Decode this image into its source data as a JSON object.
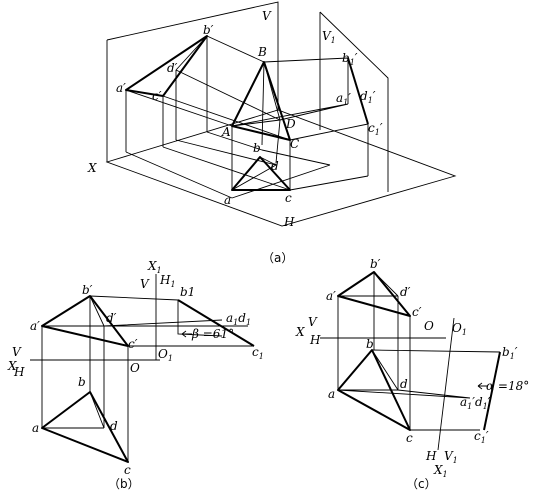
{
  "figure_a": {
    "caption": "（a）",
    "labels": {
      "V": "V",
      "V1": "V",
      "V1_sub": "1",
      "X": "X",
      "H": "H",
      "a_p": "a′",
      "b_p": "b′",
      "c_p": "c′",
      "d_p": "d′",
      "A": "A",
      "B": "B",
      "C": "C",
      "D": "D",
      "a": "a",
      "b": "b",
      "c": "c",
      "d": "d",
      "a1p": "a",
      "b1p": "b",
      "c1p": "c",
      "d1p": "d",
      "sub1": "1",
      "prime": "′"
    }
  },
  "figure_b": {
    "caption": "（b）",
    "labels": {
      "X": "X",
      "V": "V",
      "H": "H",
      "O": "O",
      "O1": "O",
      "X1": "X",
      "H1": "H",
      "V1": "V",
      "a_p": "a′",
      "b_p": "b′",
      "c_p": "c′",
      "d_p": "d′",
      "a": "a",
      "b": "b",
      "c": "c",
      "d": "d",
      "b1": "b1",
      "a1d1": "a",
      "c1": "c",
      "sub1": "1",
      "beta": "β =61°"
    }
  },
  "figure_c": {
    "caption": "（c）",
    "labels": {
      "X": "X",
      "V": "V",
      "H": "H",
      "O": "O",
      "O1": "O",
      "X1": "X",
      "H1": "H",
      "V1": "V",
      "a_p": "a′",
      "b_p": "b′",
      "c_p": "c′",
      "d_p": "d′",
      "a": "a",
      "b": "b",
      "c": "c",
      "d": "d",
      "sub1": "1",
      "prime": "′",
      "alpha": "α =18°"
    }
  }
}
